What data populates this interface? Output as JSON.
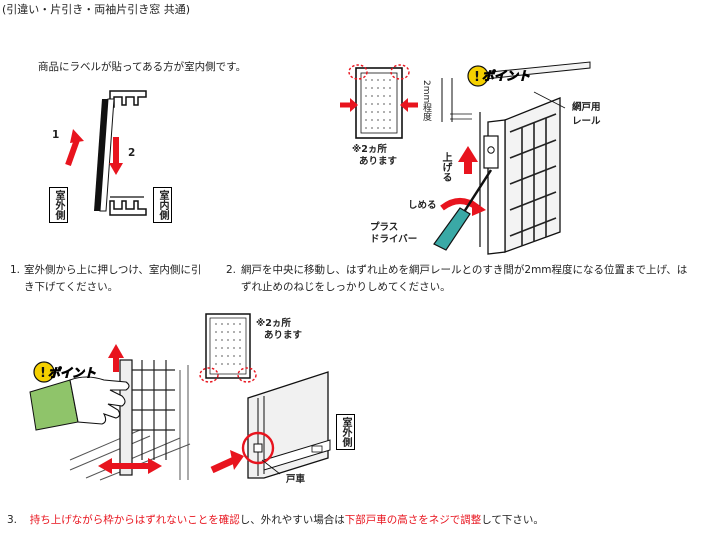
{
  "header": {
    "title": "(引違い・片引き・両袖片引き窓 共通)"
  },
  "intro": {
    "text": "商品にラベルが貼ってある方が室内側です。"
  },
  "fig1": {
    "arrow1": "1",
    "arrow2": "2",
    "outdoor_label": "室外側",
    "indoor_label": "室内側"
  },
  "fig2": {
    "note_line1": "※2ヵ所",
    "note_line2": "あります"
  },
  "fig3": {
    "point": "ポイント",
    "gap": "2mm程度",
    "rail_line1": "網戸用",
    "rail_line2": "レール",
    "lift": "上げる",
    "tighten": "しめる",
    "driver_line1": "プラス",
    "driver_line2": "ドライバー"
  },
  "step1": {
    "num": "1.",
    "line1": "室外側から上に押しつけ、室内側に引",
    "line2": "き下げてください。"
  },
  "step2": {
    "num": "2.",
    "line1": "網戸を中央に移動し、はずれ止めを網戸レールとのすき間が2mm程度になる位置まで上げ、は",
    "line2": "ずれ止めのねじをしっかりしめてください。"
  },
  "fig4": {
    "point": "ポイント"
  },
  "fig5": {
    "note_line1": "※2ヵ所",
    "note_line2": "あります",
    "outdoor_label": "室外側",
    "roller_label": "戸車"
  },
  "step3": {
    "num": "3.",
    "red1": "持ち上げながら枠からはずれないことを確認",
    "black1": "し、外れやすい場合は",
    "red2": "下部戸車の高さをネジで調整",
    "black2": "して下さい。"
  },
  "colors": {
    "accent_red": "#e8141e",
    "point_yellow": "#f5d000",
    "driver_teal": "#3aa9a6",
    "hand_green": "#8fc46a"
  }
}
